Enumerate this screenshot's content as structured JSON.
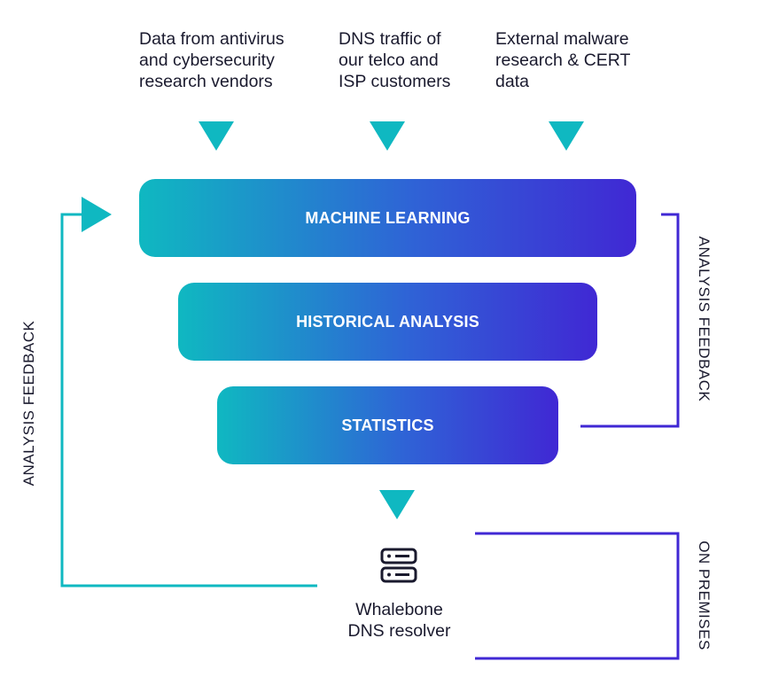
{
  "sources": [
    {
      "id": "vendors",
      "text": "Data from antivirus\nand cybersecurity\nresearch vendors"
    },
    {
      "id": "dns",
      "text": "DNS traffic of\nour telco and\nISP customers"
    },
    {
      "id": "cert",
      "text": "External malware\nresearch & CERT\ndata"
    }
  ],
  "layers": [
    {
      "id": "machine-learning",
      "label": "MACHINE LEARNING"
    },
    {
      "id": "historical-analysis",
      "label": "HISTORICAL ANALYSIS"
    },
    {
      "id": "statistics",
      "label": "STATISTICS"
    }
  ],
  "resolver": {
    "label": "Whalebone\nDNS resolver",
    "icon": "server-icon"
  },
  "side_labels": {
    "left_feedback": "ANALYSIS FEEDBACK",
    "right_feedback": "ANALYSIS FEEDBACK",
    "on_premises": "ON PREMISES"
  },
  "colors": {
    "teal": "#0fb8c1",
    "indigo": "#4028d4",
    "text": "#1a1a2e"
  }
}
